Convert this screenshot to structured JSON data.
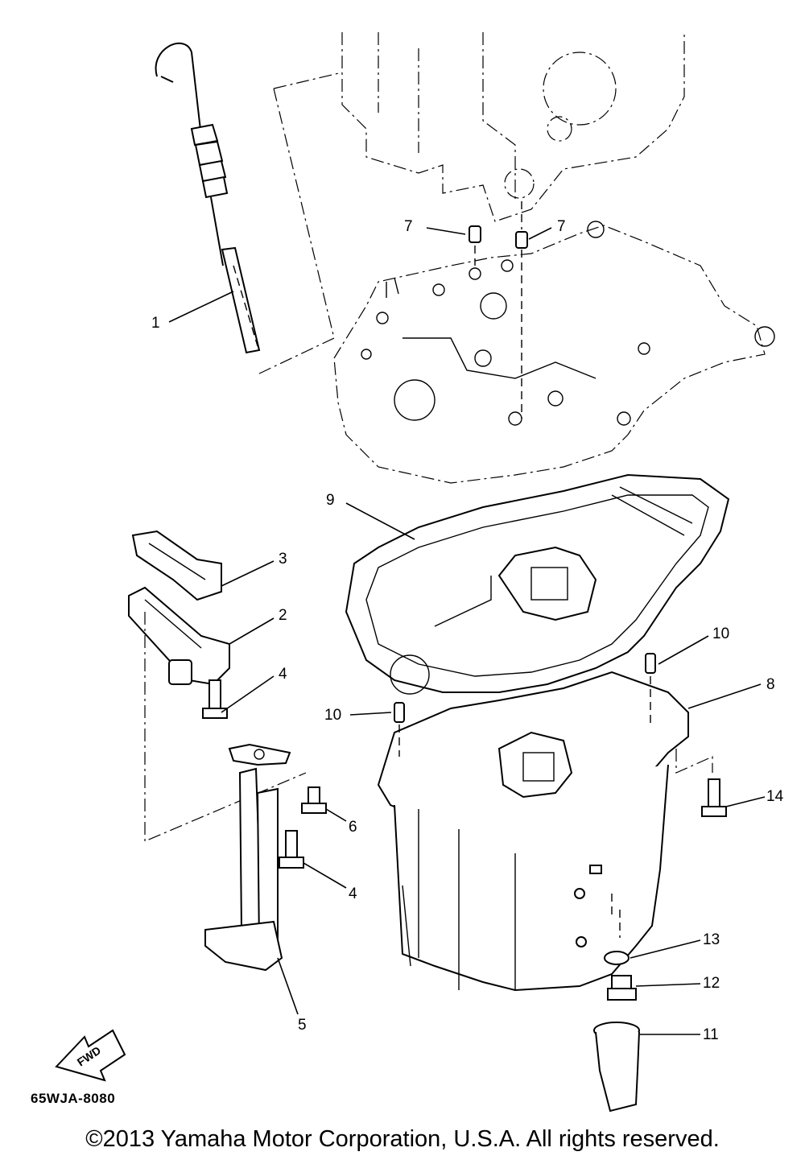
{
  "diagram": {
    "callouts": {
      "c1": "1",
      "c2": "2",
      "c3": "3",
      "c4a": "4",
      "c4b": "4",
      "c5": "5",
      "c6": "6",
      "c7a": "7",
      "c7b": "7",
      "c8": "8",
      "c9": "9",
      "c10a": "10",
      "c10b": "10",
      "c11": "11",
      "c12": "12",
      "c13": "13",
      "c14": "14"
    },
    "fwd_label": "FWD",
    "code": "65WJA-8080",
    "copyright": "©2013 Yamaha Motor Corporation, U.S.A. All rights reserved."
  }
}
